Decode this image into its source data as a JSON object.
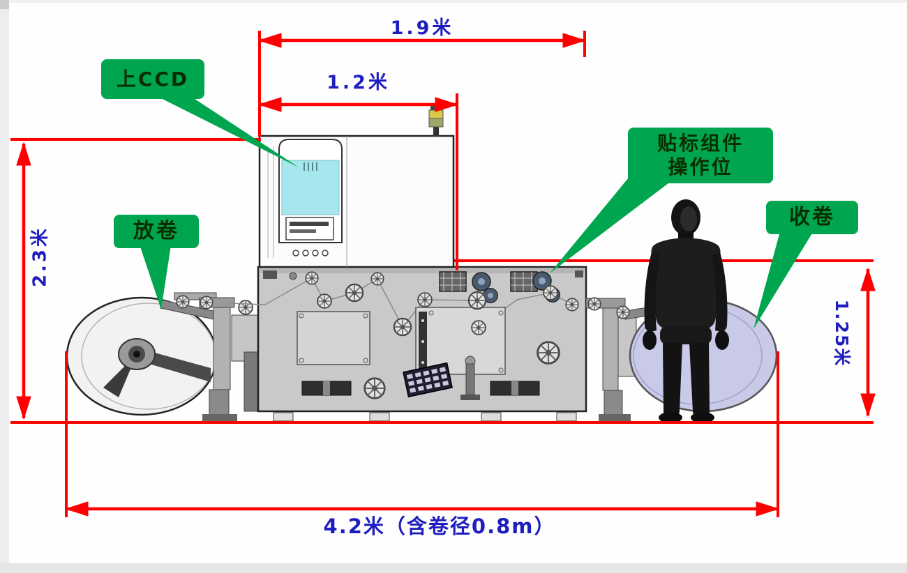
{
  "dimensions": {
    "machine_width": "1.9米",
    "cabinet_width": "1.2米",
    "machine_height": "2.3米",
    "roll_height": "1.25米",
    "total_length": "4.2米（含卷径0.8m）"
  },
  "callouts": {
    "upper_ccd": "上CCD",
    "labeling_station_line1": "贴标组件",
    "labeling_station_line2": "操作位",
    "unwind": "放卷",
    "rewind": "收卷"
  },
  "colors": {
    "dimension_line": "#ff0000",
    "dimension_text": "#1e1ec0",
    "callout_background": "#00a64f",
    "callout_text": "#0b2e00",
    "machine_body": "#c9c9c9",
    "ccd_tower_panel": "#a6e6ec",
    "unwind_roll": "#f2f2f2",
    "rewind_roll": "#c9c9e8",
    "operator_figure": "#1a1a1a"
  }
}
